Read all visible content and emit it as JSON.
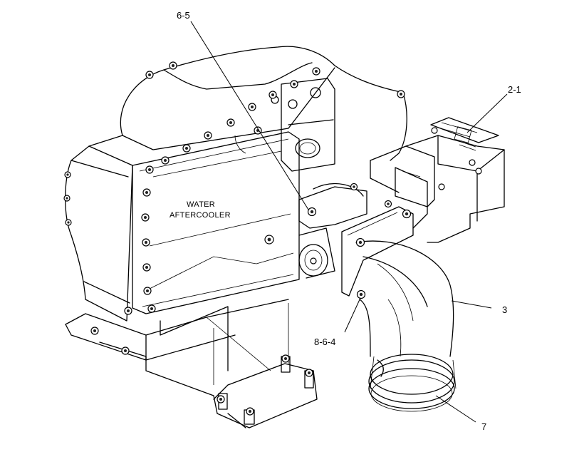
{
  "callouts": {
    "c65": "6-5",
    "c21": "2-1",
    "c3": "3",
    "c864": "8-6-4",
    "c7": "7"
  },
  "labels": {
    "water_line1": "WATER",
    "water_line2": "AFTERCOOLER"
  },
  "colors": {
    "line": "#000000",
    "background": "#ffffff"
  }
}
